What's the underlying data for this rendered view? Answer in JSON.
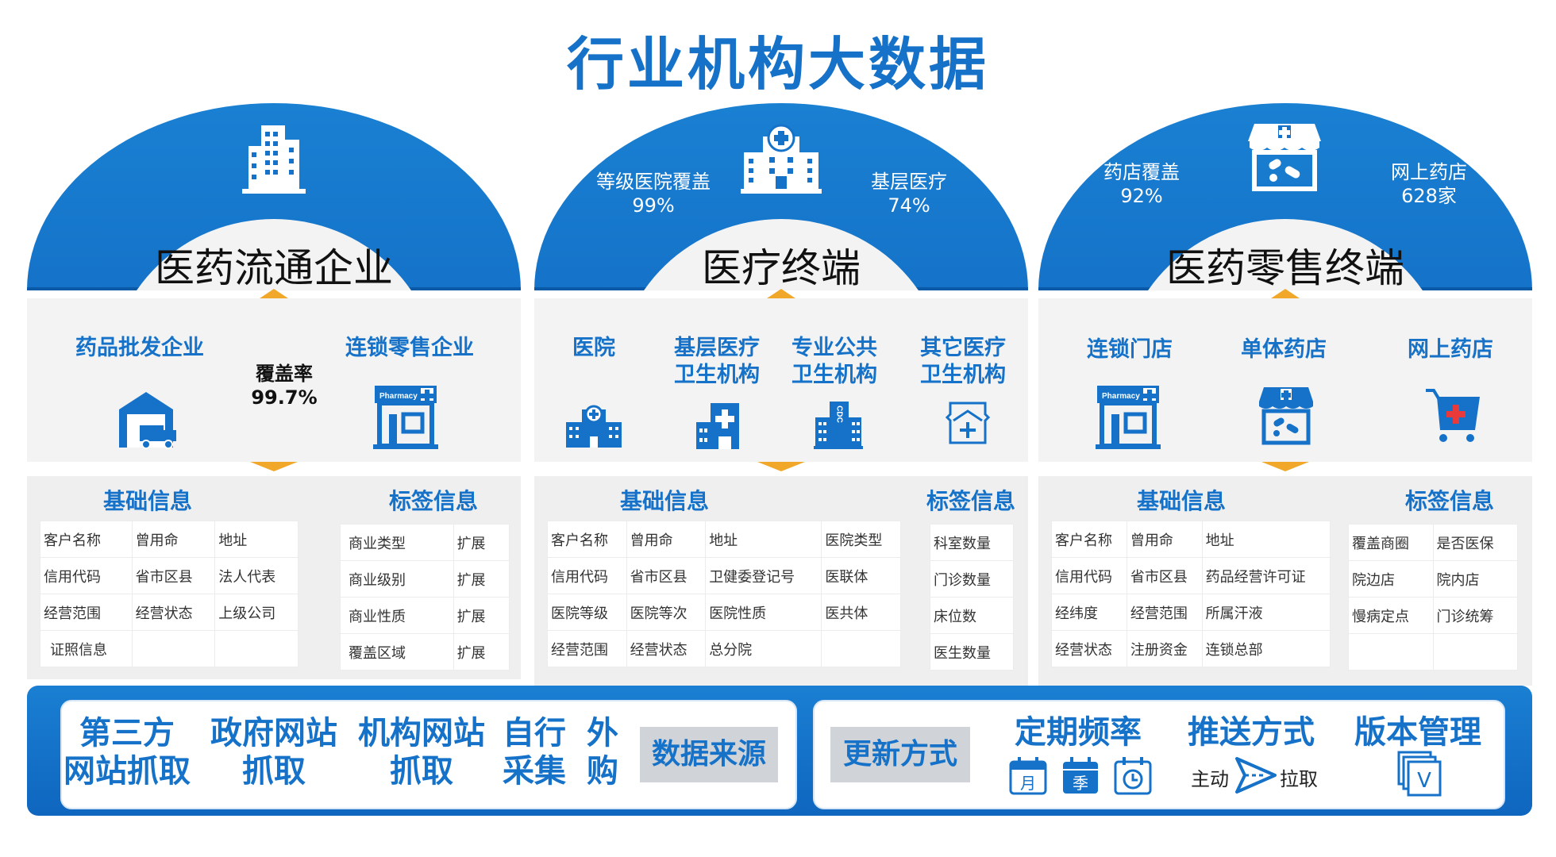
{
  "title": "行业机构大数据",
  "colors": {
    "primary": "#1572c8",
    "accent": "#f1a82a",
    "panel": "#f3f3f3"
  },
  "sections": [
    {
      "title": "医药流通企业",
      "icon": "building-icon",
      "categories": [
        "药品批发企业",
        "连锁零售企业"
      ],
      "coverage": {
        "label": "覆盖率",
        "value": "99.7%"
      },
      "basic_head": "基础信息",
      "tag_head": "标签信息",
      "basic_rows": [
        [
          "客户名称",
          "曾用命",
          "地址"
        ],
        [
          "信用代码",
          "省市区县",
          "法人代表"
        ],
        [
          "经营范围",
          "经营状态",
          "上级公司"
        ],
        [
          "证照信息",
          "",
          ""
        ]
      ],
      "tag_rows": [
        [
          "商业类型",
          "扩展"
        ],
        [
          "商业级别",
          "扩展"
        ],
        [
          "商业性质",
          "扩展"
        ],
        [
          "覆盖区域",
          "扩展"
        ]
      ]
    },
    {
      "title": "医疗终端",
      "icon": "hospital-icon",
      "stats": [
        {
          "label": "等级医院覆盖",
          "value": "99%"
        },
        {
          "label": "基层医疗",
          "value": "74%"
        }
      ],
      "categories": [
        "医院",
        "基层医疗卫生机构",
        "专业公共卫生机构",
        "其它医疗卫生机构"
      ],
      "basic_head": "基础信息",
      "tag_head": "标签信息",
      "basic_rows": [
        [
          "客户名称",
          "曾用命",
          "地址",
          "医院类型"
        ],
        [
          "信用代码",
          "省市区县",
          "卫健委登记号",
          "医联体"
        ],
        [
          "医院等级",
          "医院等次",
          "医院性质",
          "医共体"
        ],
        [
          "经营范围",
          "经营状态",
          "总分院",
          ""
        ]
      ],
      "tag_rows": [
        [
          "科室数量"
        ],
        [
          "门诊数量"
        ],
        [
          "床位数"
        ],
        [
          "医生数量"
        ]
      ]
    },
    {
      "title": "医药零售终端",
      "icon": "pharmacy-store-icon",
      "stats": [
        {
          "label": "药店覆盖",
          "value": "92%"
        },
        {
          "label": "网上药店",
          "value": "628家"
        }
      ],
      "categories": [
        "连锁门店",
        "单体药店",
        "网上药店"
      ],
      "basic_head": "基础信息",
      "tag_head": "标签信息",
      "basic_rows": [
        [
          "客户名称",
          "曾用命",
          "地址"
        ],
        [
          "信用代码",
          "省市区县",
          "药品经营许可证"
        ],
        [
          "经纬度",
          "经营范围",
          "所属汗液"
        ],
        [
          "经营状态",
          "注册资金",
          "连锁总部"
        ]
      ],
      "tag_rows": [
        [
          "覆盖商圈",
          "是否医保"
        ],
        [
          "院边店",
          "院内店"
        ],
        [
          "慢病定点",
          "门诊统筹"
        ],
        [
          "",
          ""
        ]
      ]
    }
  ],
  "pharmacy_sign": "Pharmacy",
  "cdc_sign": "CDC",
  "sources": [
    "第三方",
    "网站抓取",
    "政府网站",
    "抓取",
    "机构网站",
    "抓取",
    "自行",
    "采集",
    "外",
    "购"
  ],
  "sources_label": "数据来源",
  "update_label": "更新方式",
  "update": {
    "frequency": "定期频率",
    "push": "推送方式",
    "version": "版本管理",
    "month": "月",
    "season": "季",
    "active": "主动",
    "pull": "拉取",
    "version_mark": "V"
  }
}
